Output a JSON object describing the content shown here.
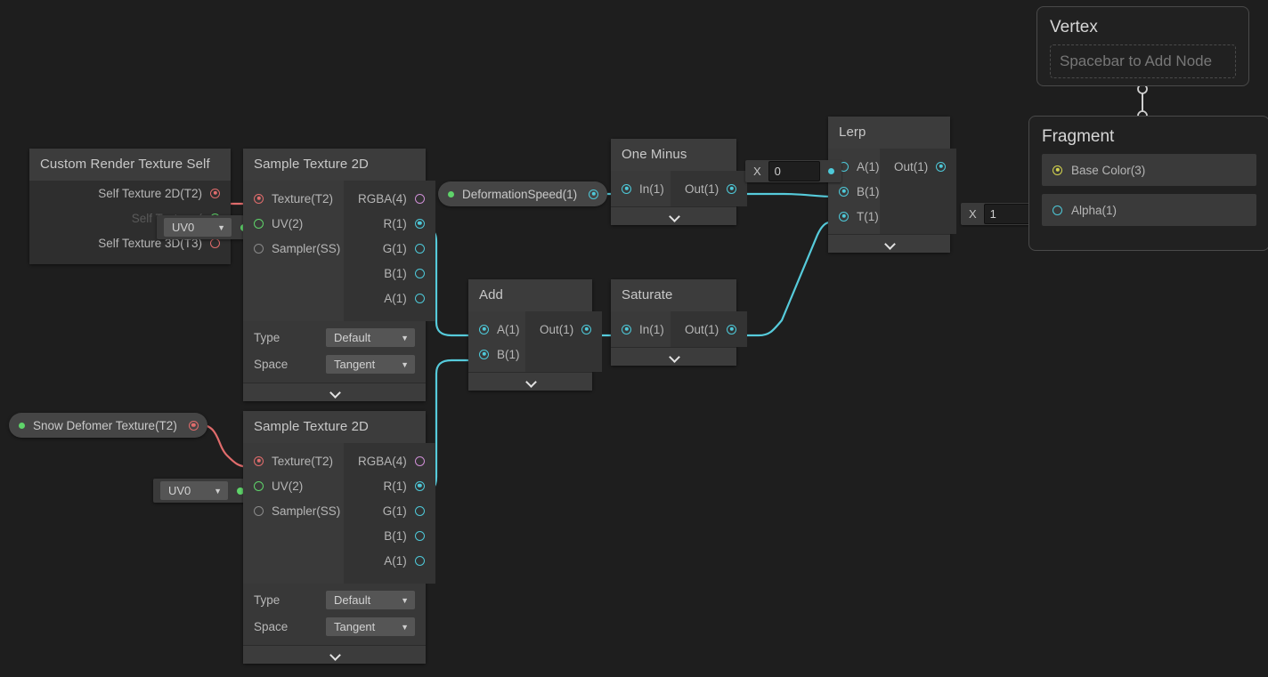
{
  "app": {
    "name": "unity-shader-graph",
    "canvas_bg": "#1e1e1e"
  },
  "colors": {
    "float": "#4ec9d9",
    "texture2d": "#e06c6c",
    "uv_vector2": "#5fd46a",
    "vector4": "#cf8fd6",
    "vector3": "#d4d44e",
    "sampler": "#8a8a8a",
    "node_header": "#3c3c3c",
    "node_body": "#2e2e2e"
  },
  "nodes": {
    "custom_render_texture_self": {
      "title": "Custom Render Texture Self",
      "outputs": [
        {
          "label": "Self Texture 2D(T2)",
          "type": "texture2d",
          "connected": true
        },
        {
          "label": "Self Texture (",
          "type": "uv_vector2",
          "connected": true
        },
        {
          "label": "Self Texture 3D(T3)",
          "type": "texture2d",
          "connected": false
        }
      ]
    },
    "sample_texture_2d_a": {
      "title": "Sample Texture 2D",
      "inputs": [
        {
          "label": "Texture(T2)",
          "type": "texture2d",
          "connected": true
        },
        {
          "label": "UV(2)",
          "type": "uv_vector2",
          "connected": false
        },
        {
          "label": "Sampler(SS)",
          "type": "sampler",
          "connected": false
        }
      ],
      "outputs": [
        {
          "label": "RGBA(4)",
          "type": "vector4",
          "connected": false
        },
        {
          "label": "R(1)",
          "type": "float",
          "connected": true
        },
        {
          "label": "G(1)",
          "type": "float",
          "connected": false
        },
        {
          "label": "B(1)",
          "type": "float",
          "connected": false
        },
        {
          "label": "A(1)",
          "type": "float",
          "connected": false
        }
      ],
      "settings": [
        {
          "key": "Type",
          "value": "Default"
        },
        {
          "key": "Space",
          "value": "Tangent"
        }
      ]
    },
    "sample_texture_2d_b": {
      "title": "Sample Texture 2D",
      "inputs": [
        {
          "label": "Texture(T2)",
          "type": "texture2d",
          "connected": true
        },
        {
          "label": "UV(2)",
          "type": "uv_vector2",
          "connected": false
        },
        {
          "label": "Sampler(SS)",
          "type": "sampler",
          "connected": false
        }
      ],
      "outputs": [
        {
          "label": "RGBA(4)",
          "type": "vector4",
          "connected": false
        },
        {
          "label": "R(1)",
          "type": "float",
          "connected": true
        },
        {
          "label": "G(1)",
          "type": "float",
          "connected": false
        },
        {
          "label": "B(1)",
          "type": "float",
          "connected": false
        },
        {
          "label": "A(1)",
          "type": "float",
          "connected": false
        }
      ],
      "settings": [
        {
          "key": "Type",
          "value": "Default"
        },
        {
          "key": "Space",
          "value": "Tangent"
        }
      ]
    },
    "add": {
      "title": "Add",
      "inputs": [
        {
          "label": "A(1)",
          "type": "float",
          "connected": true
        },
        {
          "label": "B(1)",
          "type": "float",
          "connected": true
        }
      ],
      "outputs": [
        {
          "label": "Out(1)",
          "type": "float",
          "connected": true
        }
      ]
    },
    "saturate": {
      "title": "Saturate",
      "inputs": [
        {
          "label": "In(1)",
          "type": "float",
          "connected": true
        }
      ],
      "outputs": [
        {
          "label": "Out(1)",
          "type": "float",
          "connected": true
        }
      ]
    },
    "one_minus": {
      "title": "One Minus",
      "inputs": [
        {
          "label": "In(1)",
          "type": "float",
          "connected": true
        }
      ],
      "outputs": [
        {
          "label": "Out(1)",
          "type": "float",
          "connected": true
        }
      ]
    },
    "lerp": {
      "title": "Lerp",
      "inputs": [
        {
          "label": "A(1)",
          "type": "float",
          "connected": false
        },
        {
          "label": "B(1)",
          "type": "float",
          "connected": true
        },
        {
          "label": "T(1)",
          "type": "float",
          "connected": true
        }
      ],
      "outputs": [
        {
          "label": "Out(1)",
          "type": "float",
          "connected": true
        }
      ]
    }
  },
  "properties": {
    "deformation_speed": {
      "label": "DeformationSpeed(1)",
      "type": "float"
    },
    "snow_deformer_texture": {
      "label": "Snow Defomer Texture(T2)",
      "type": "texture2d"
    }
  },
  "inline_values": {
    "lerp_a": {
      "axis_label": "X",
      "value": "0"
    },
    "alpha": {
      "axis_label": "X",
      "value": "1"
    }
  },
  "uv_widgets": {
    "crt_uv": {
      "value": "UV0"
    },
    "sample_b_uv": {
      "value": "UV0"
    }
  },
  "master_stack": {
    "vertex": {
      "title": "Vertex",
      "placeholder": "Spacebar to Add Node"
    },
    "fragment": {
      "title": "Fragment",
      "blocks": [
        {
          "label": "Base Color(3)",
          "type": "vector3",
          "connected": true
        },
        {
          "label": "Alpha(1)",
          "type": "float",
          "connected": true
        }
      ]
    }
  }
}
